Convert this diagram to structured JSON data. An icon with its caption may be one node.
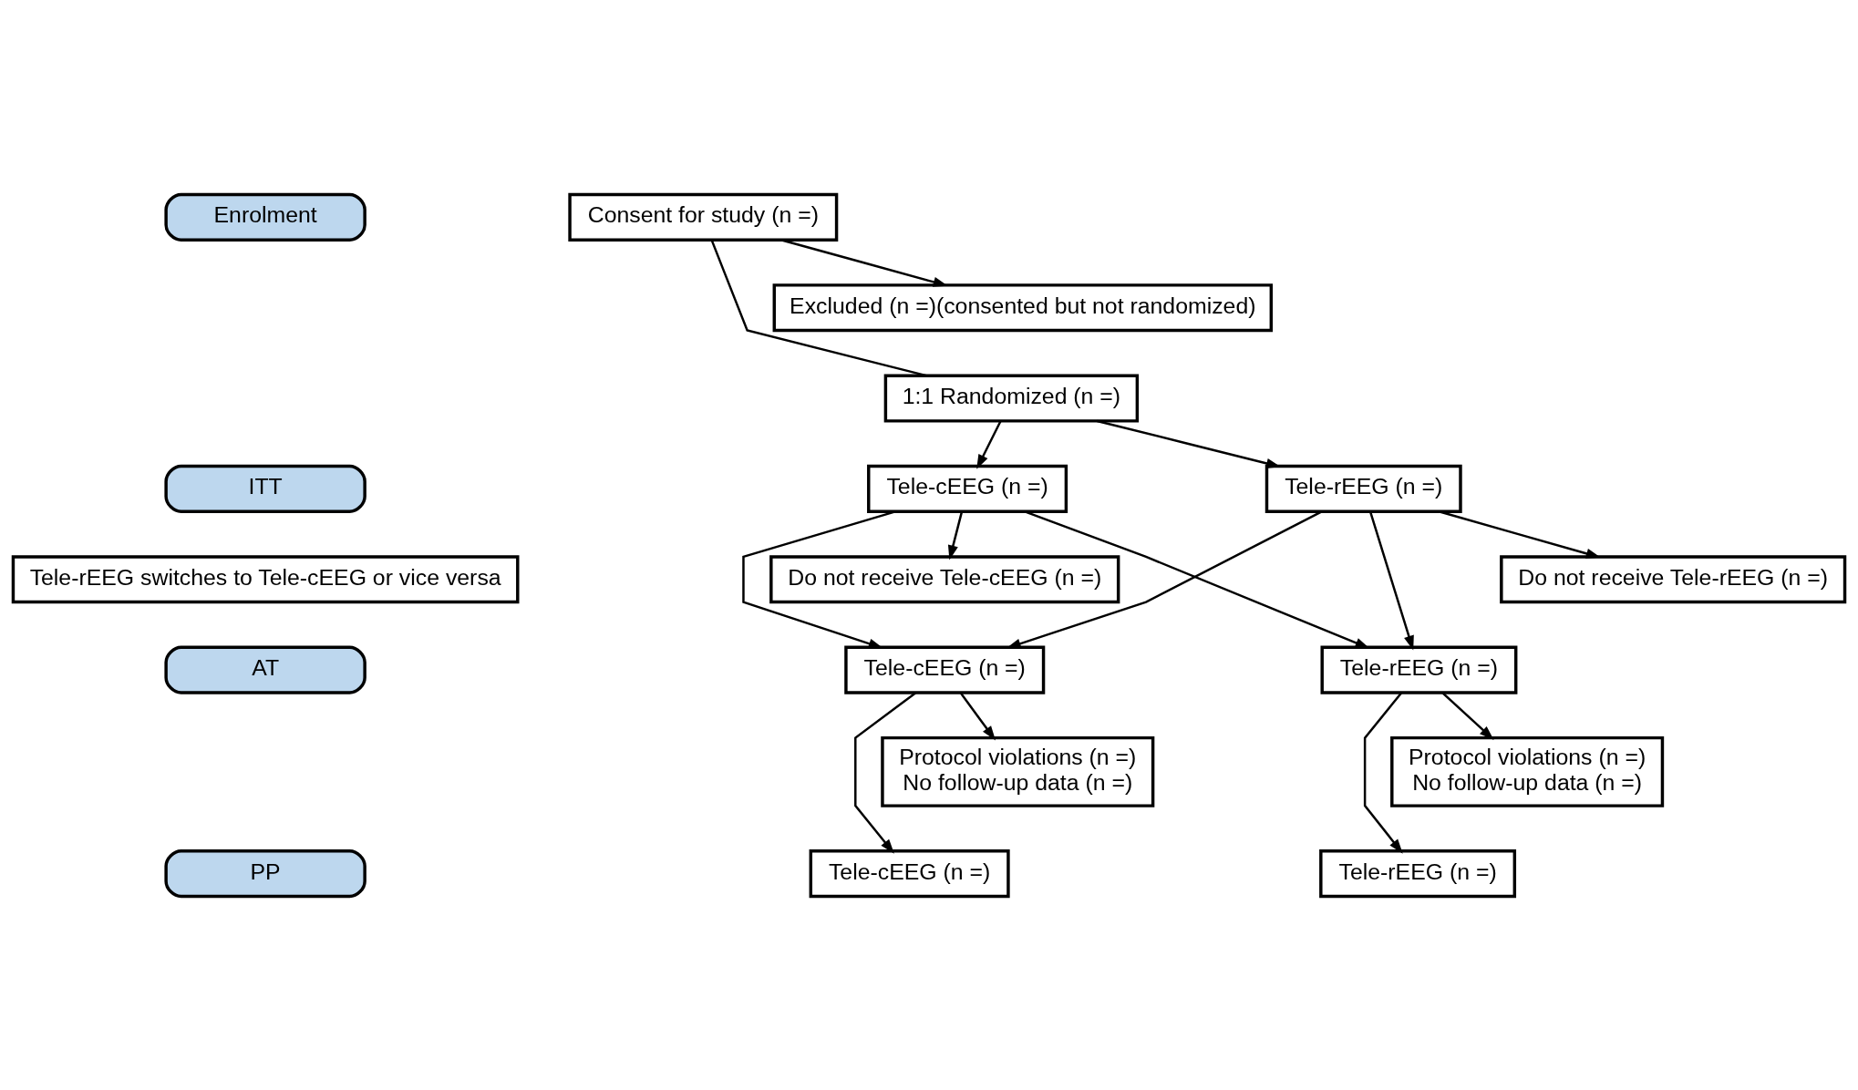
{
  "diagram": {
    "nodes": [
      {
        "text": [
          "Enrolment"
        ]
      },
      {
        "text": [
          "Consent for study (n =)"
        ]
      },
      {
        "text": [
          "Excluded (n =)(consented but not randomized)"
        ]
      },
      {
        "text": [
          "1:1 Randomized (n =)"
        ]
      },
      {
        "text": [
          "Tele-cEEG (n =)"
        ]
      },
      {
        "text": [
          "ITT"
        ]
      },
      {
        "text": [
          "Tele-rEEG (n =)"
        ]
      },
      {
        "text": [
          "Do not receive Tele-cEEG (n =)"
        ]
      },
      {
        "text": [
          "Tele-rEEG switches to Tele-cEEG or vice versa"
        ]
      },
      {
        "text": [
          "Do not receive Tele-rEEG (n =)"
        ]
      },
      {
        "text": [
          "Tele-cEEG (n =)"
        ]
      },
      {
        "text": [
          "AT"
        ]
      },
      {
        "text": [
          "Tele-rEEG (n =)"
        ]
      },
      {
        "text": [
          "Protocol violations (n =)",
          "No follow-up data (n =)"
        ]
      },
      {
        "text": [
          "Protocol violations (n =)",
          "No follow-up data (n =)"
        ]
      },
      {
        "text": [
          "Tele-cEEG (n =)"
        ]
      },
      {
        "text": [
          "PP"
        ]
      },
      {
        "text": [
          "Tele-rEEG (n =)"
        ]
      }
    ],
    "edges": [
      {
        "from": 1,
        "to": 2,
        "arrow": "to"
      },
      {
        "from": 1,
        "to": 3,
        "arrow": "none"
      },
      {
        "from": 3,
        "to": 4,
        "arrow": "to"
      },
      {
        "from": 3,
        "to": 6,
        "arrow": "to"
      },
      {
        "from": 4,
        "to": 7,
        "arrow": "to"
      },
      {
        "from": 6,
        "to": 9,
        "arrow": "to"
      },
      {
        "from": 6,
        "to": 10,
        "arrow": "to"
      },
      {
        "from": 4,
        "to": 12,
        "arrow": "to"
      },
      {
        "from": 4,
        "to": 10,
        "arrow": "to"
      },
      {
        "from": 6,
        "to": 12,
        "arrow": "to"
      },
      {
        "from": 10,
        "to": 13,
        "arrow": "to"
      },
      {
        "from": 12,
        "to": 14,
        "arrow": "to"
      },
      {
        "from": 10,
        "to": 15,
        "arrow": "to"
      },
      {
        "from": 12,
        "to": 17,
        "arrow": "to"
      }
    ]
  }
}
